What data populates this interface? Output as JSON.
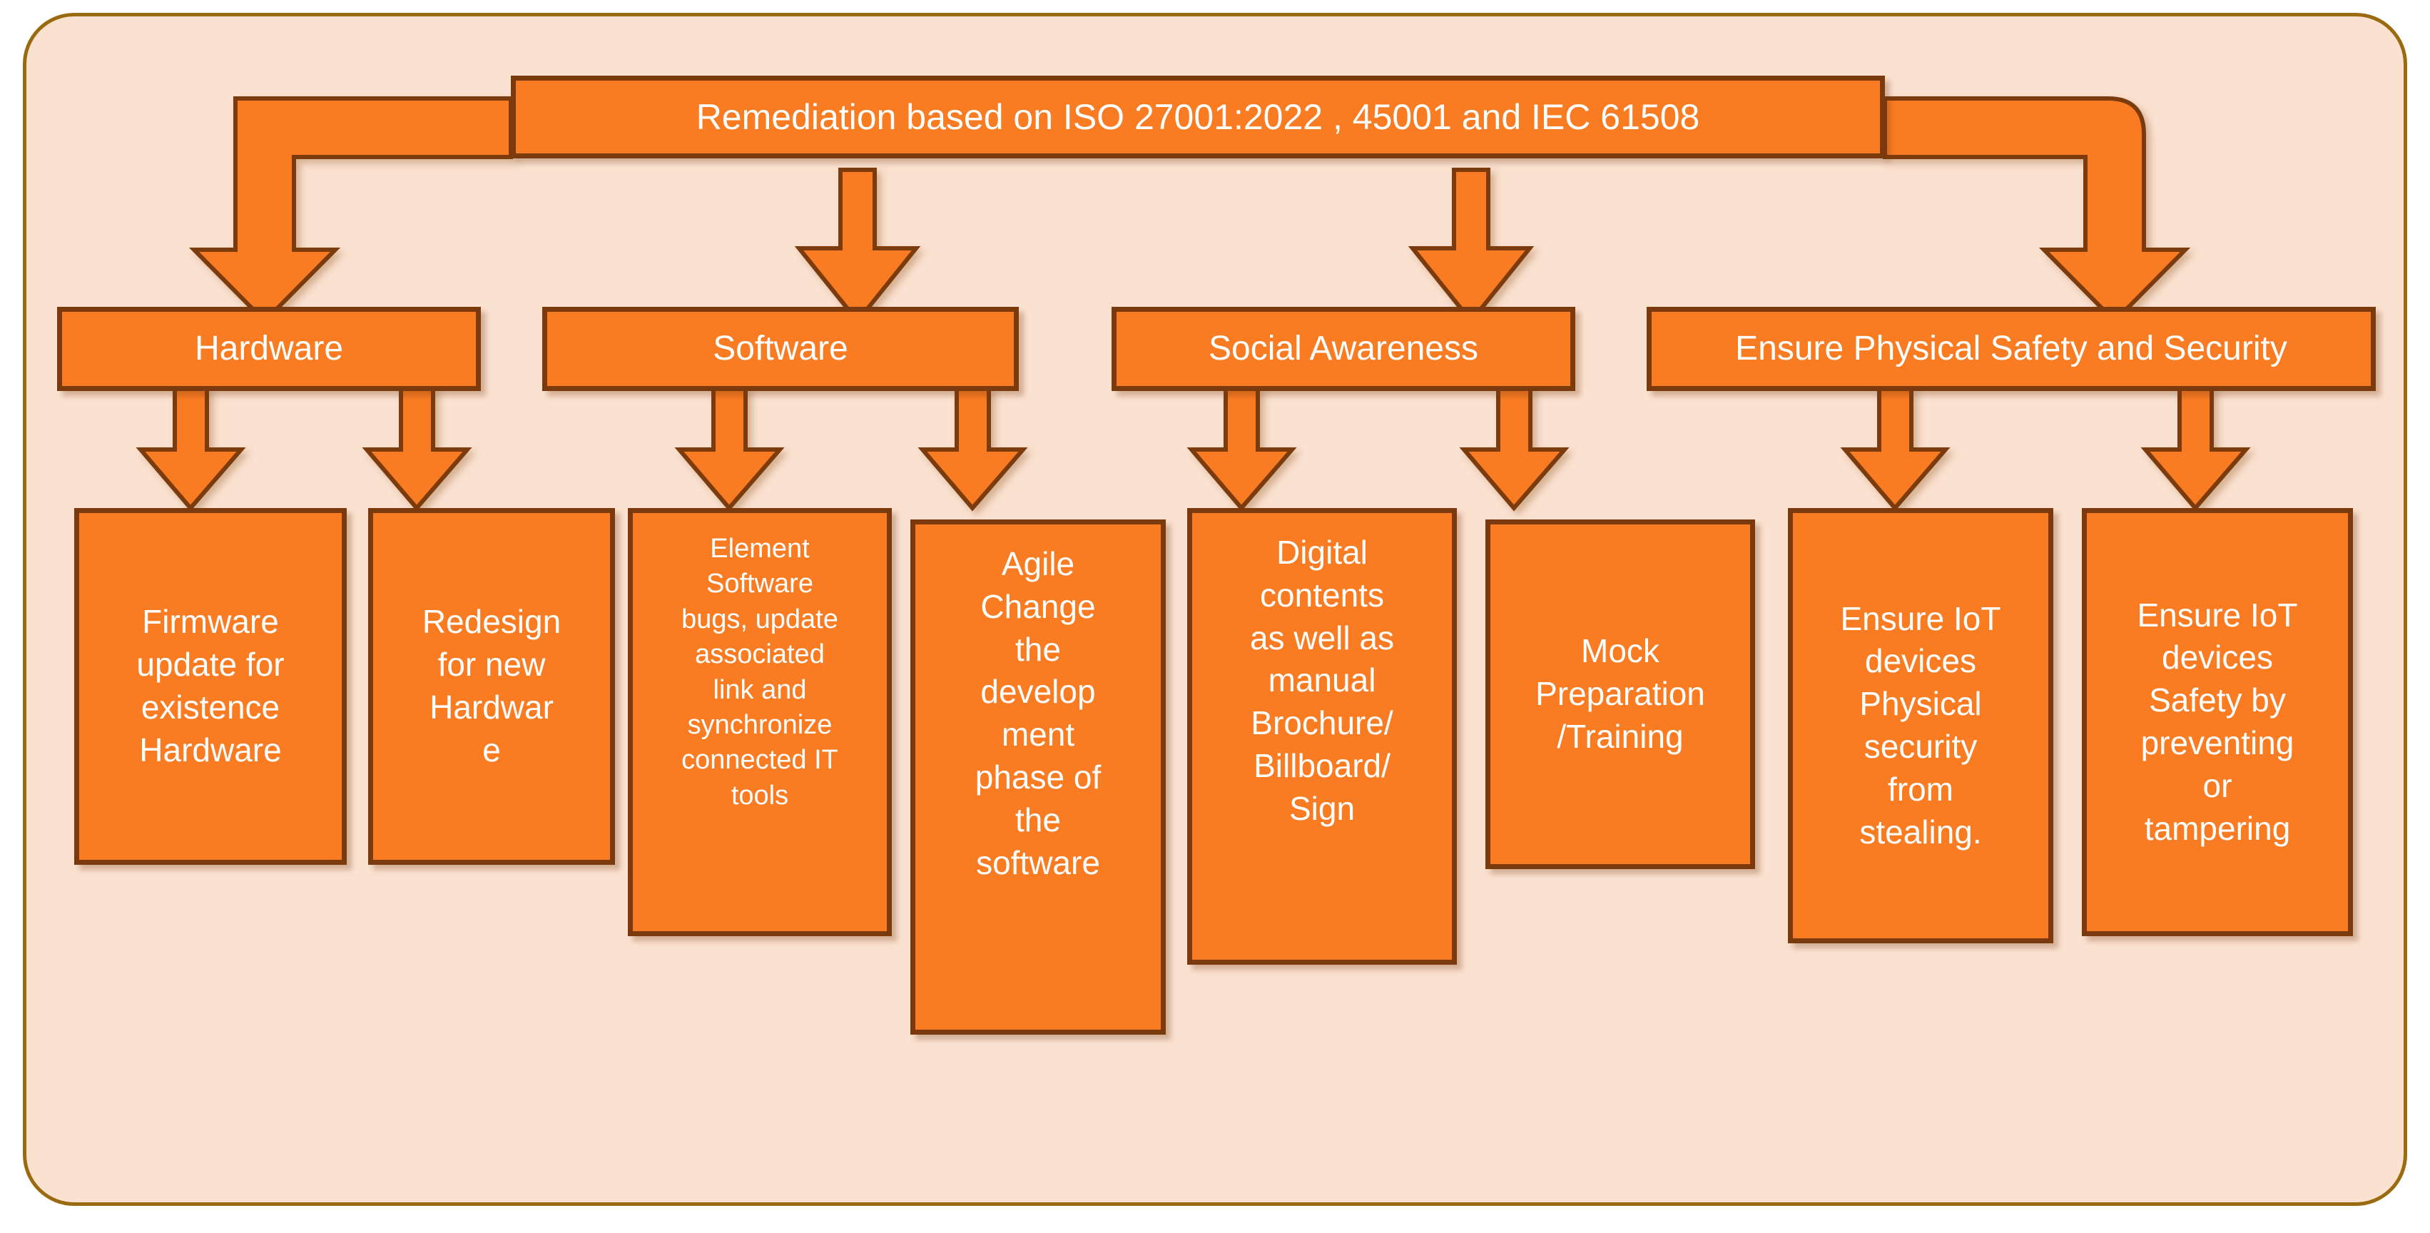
{
  "diagram": {
    "title_node": {
      "id": "remediation-root",
      "label": "Remediation based on ISO 27001:2022 , 45001 and IEC 61508"
    },
    "categories": [
      {
        "id": "hardware",
        "label": "Hardware"
      },
      {
        "id": "software",
        "label": "Software"
      },
      {
        "id": "social-awareness",
        "label": "Social Awareness"
      },
      {
        "id": "physical-safety",
        "label": "Ensure Physical Safety and Security"
      }
    ],
    "leaves": [
      {
        "id": "firmware-update",
        "parent": "hardware",
        "label": "Firmware\nupdate for\nexistence\nHardware"
      },
      {
        "id": "redesign-hardware",
        "parent": "hardware",
        "label": "Redesign\nfor new\nHardwar\ne"
      },
      {
        "id": "element-software",
        "parent": "software",
        "label": "Element\nSoftware\nbugs, update\nassociated\nlink and\nsynchronize\nconnected IT\ntools"
      },
      {
        "id": "agile-change",
        "parent": "software",
        "label": "Agile\nChange\nthe\ndevelop\nment\nphase of\nthe\nsoftware"
      },
      {
        "id": "digital-contents",
        "parent": "social-awareness",
        "label": "Digital\ncontents\nas well as\nmanual\nBrochure/\nBillboard/\nSign"
      },
      {
        "id": "mock-preparation",
        "parent": "social-awareness",
        "label": "Mock\nPreparation\n/Training"
      },
      {
        "id": "iot-physical-security",
        "parent": "physical-safety",
        "label": "Ensure IoT\ndevices\nPhysical\nsecurity\nfrom\nstealing."
      },
      {
        "id": "iot-safety-tampering",
        "parent": "physical-safety",
        "label": "Ensure IoT\ndevices\nSafety by\npreventing\nor\ntampering"
      }
    ],
    "colors": {
      "node_fill": "#F97B22",
      "node_border": "#7B3A0E",
      "panel_fill": "#FBE1D0",
      "panel_border": "#9A6A10",
      "node_text": "#FFFFFF",
      "page_background": "#FFFFFF"
    }
  }
}
